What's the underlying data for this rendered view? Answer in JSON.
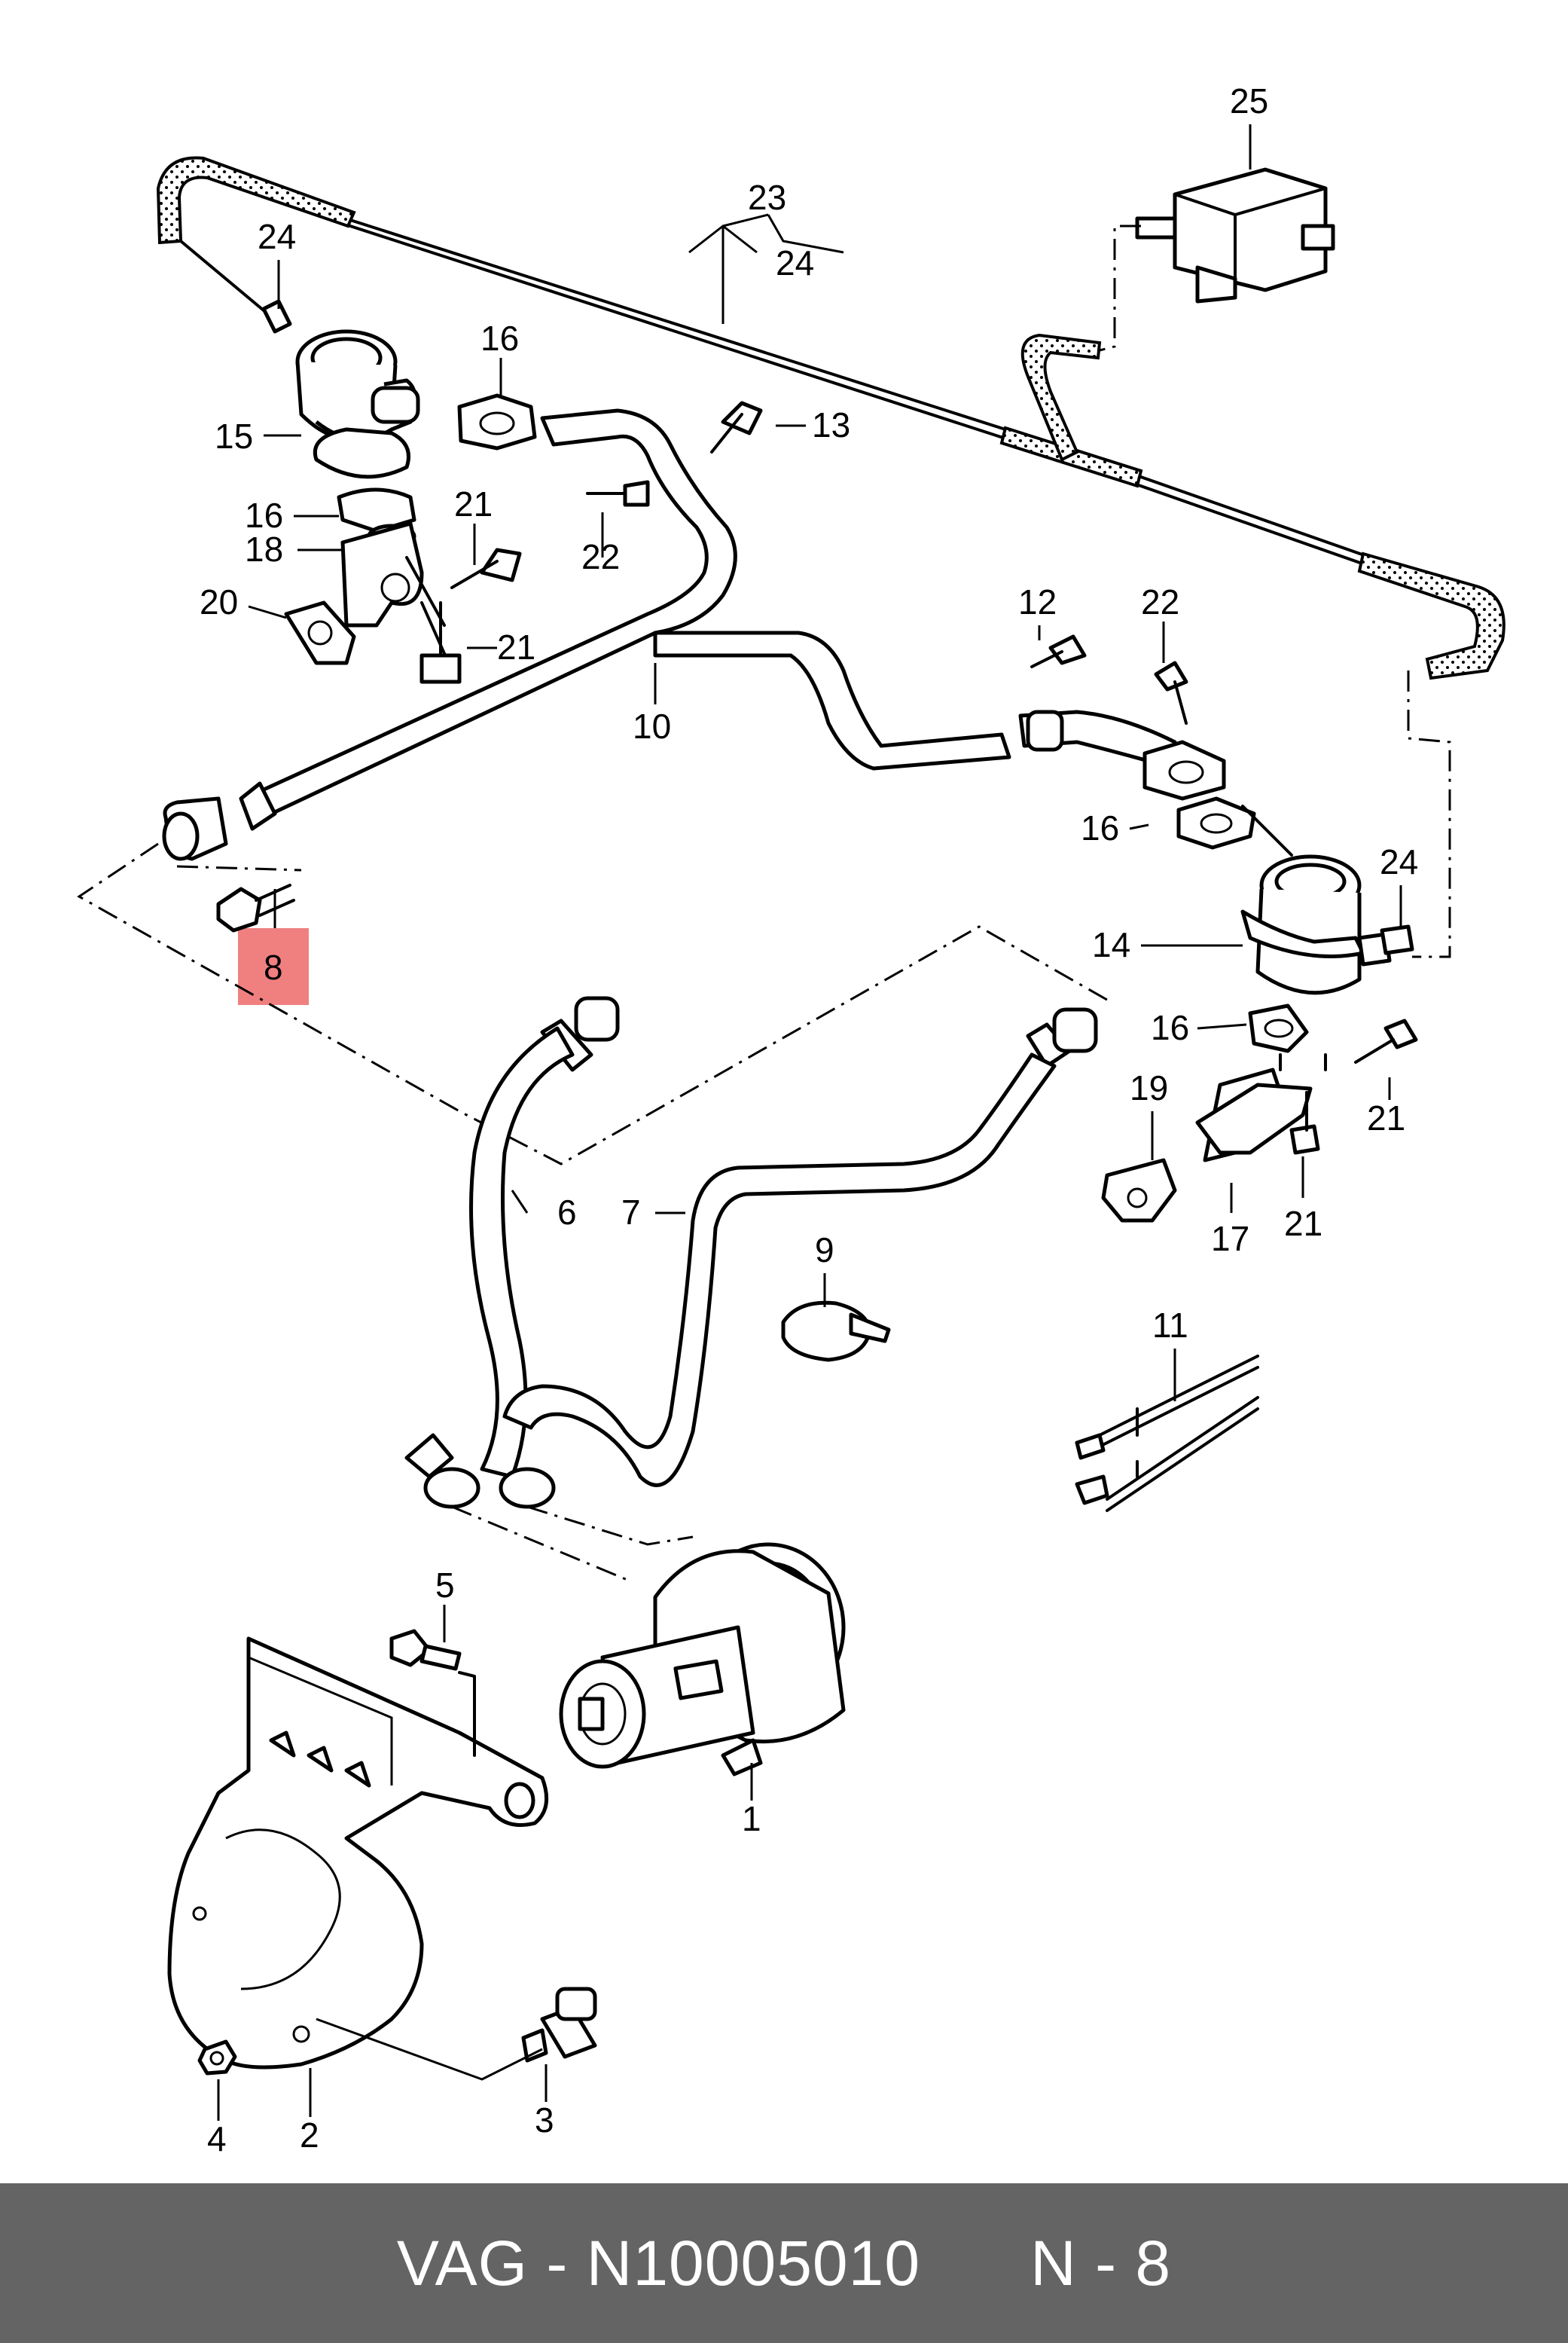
{
  "diagram": {
    "callouts": [
      {
        "id": "25",
        "text": "25"
      },
      {
        "id": "23",
        "text": "23"
      },
      {
        "id": "24a",
        "text": "24"
      },
      {
        "id": "24b",
        "text": "24"
      },
      {
        "id": "24c",
        "text": "24"
      },
      {
        "id": "16a",
        "text": "16"
      },
      {
        "id": "16b",
        "text": "16"
      },
      {
        "id": "16c",
        "text": "16"
      },
      {
        "id": "16d",
        "text": "16"
      },
      {
        "id": "15",
        "text": "15"
      },
      {
        "id": "13",
        "text": "13"
      },
      {
        "id": "21a",
        "text": "21"
      },
      {
        "id": "21b",
        "text": "21"
      },
      {
        "id": "21c",
        "text": "21"
      },
      {
        "id": "21d",
        "text": "21"
      },
      {
        "id": "22a",
        "text": "22"
      },
      {
        "id": "22b",
        "text": "22"
      },
      {
        "id": "18",
        "text": "18"
      },
      {
        "id": "20",
        "text": "20"
      },
      {
        "id": "12",
        "text": "12"
      },
      {
        "id": "10",
        "text": "10"
      },
      {
        "id": "14",
        "text": "14"
      },
      {
        "id": "8",
        "text": "8"
      },
      {
        "id": "19",
        "text": "19"
      },
      {
        "id": "17",
        "text": "17"
      },
      {
        "id": "6",
        "text": "6"
      },
      {
        "id": "7",
        "text": "7"
      },
      {
        "id": "9",
        "text": "9"
      },
      {
        "id": "11",
        "text": "11"
      },
      {
        "id": "5",
        "text": "5"
      },
      {
        "id": "1",
        "text": "1"
      },
      {
        "id": "4",
        "text": "4"
      },
      {
        "id": "2",
        "text": "2"
      },
      {
        "id": "3",
        "text": "3"
      }
    ],
    "highlight_color": "#f08080"
  },
  "footer": {
    "brand": "VAG",
    "part_number": "N10005010",
    "position": "N - 8",
    "background_color": "#646464"
  }
}
